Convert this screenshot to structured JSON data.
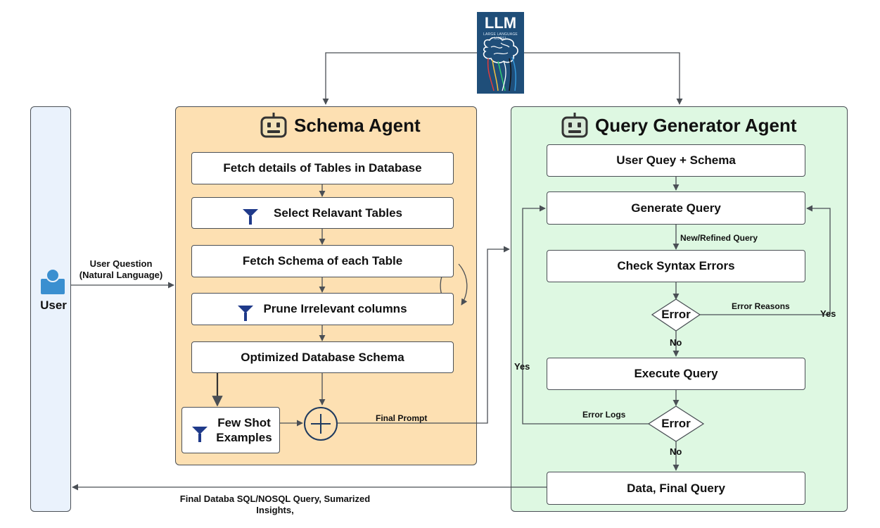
{
  "llm": {
    "title": "LLM",
    "subtitle": "LARGE LANGUAGE MODEL"
  },
  "user": {
    "label": "User"
  },
  "schema_agent": {
    "title": "Schema Agent",
    "steps": [
      "Fetch details of Tables in Database",
      "Select Relavant Tables",
      "Fetch Schema of each Table",
      "Prune Irrelevant columns",
      "Optimized Database Schema"
    ],
    "few_shot": "Few Shot Examples"
  },
  "query_agent": {
    "title": "Query Generator Agent",
    "user_query": "User Quey + Schema",
    "generate": "Generate Query",
    "check": "Check Syntax Errors",
    "execute": "Execute Query",
    "final": "Data, Final Query",
    "error_label": "Error"
  },
  "edges": {
    "user_question_1": "User Question",
    "user_question_2": "(Natural Language)",
    "final_prompt": "Final Prompt",
    "new_refined": "New/Refined Query",
    "error_reasons": "Error Reasons",
    "yes": "Yes",
    "no": "No",
    "error_logs": "Error Logs",
    "output_1": "Final Databa SQL/NOSQL Query, Sumarized",
    "output_2": "Insights,"
  },
  "colors": {
    "schema_bg": "#fde0b2",
    "query_bg": "#def8e2",
    "user_bg": "#eaf2fc",
    "llm_bg": "#1f4e79",
    "accent": "#1f3a8a"
  }
}
